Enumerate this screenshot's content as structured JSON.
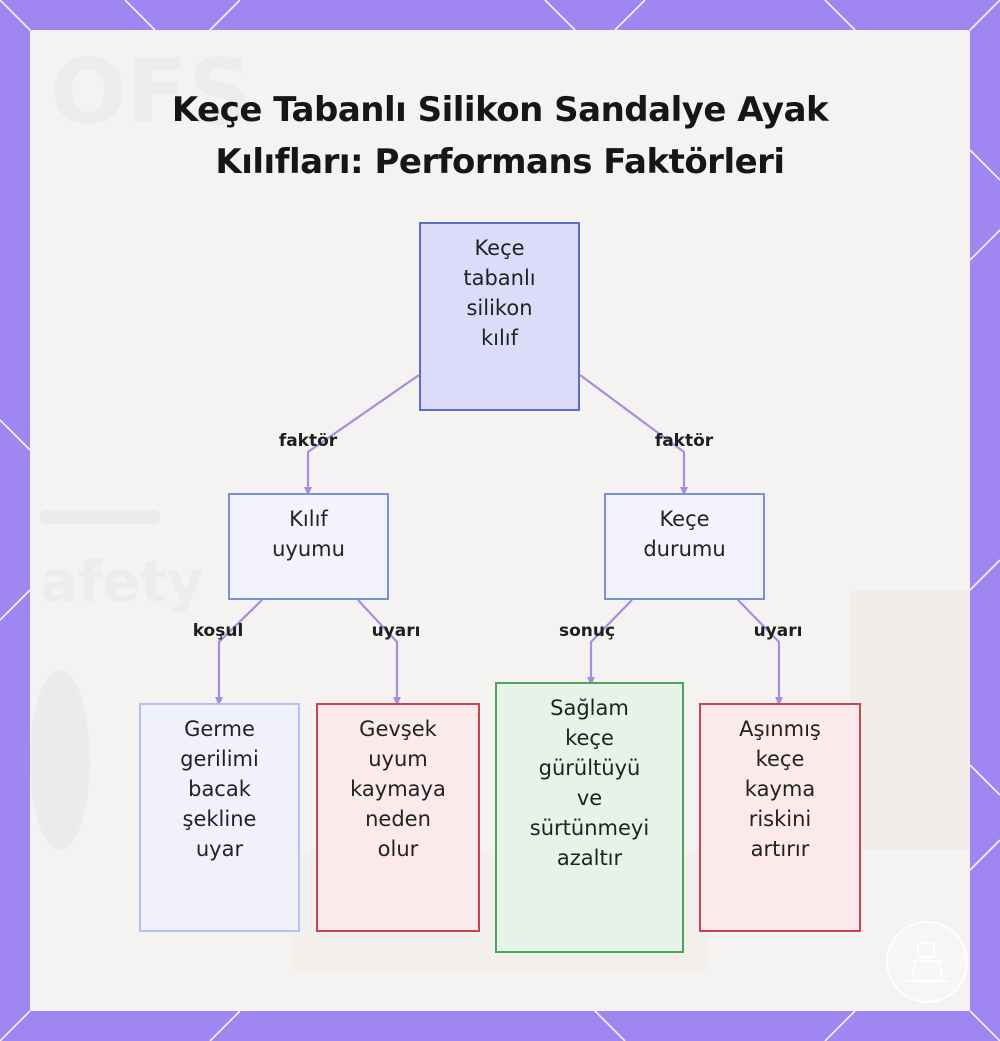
{
  "title": {
    "line1": "Keçe Tabanlı Silikon Sandalye Ayak",
    "line2": "Kılıfları: Performans Faktörleri"
  },
  "nodes": {
    "root": {
      "lines": [
        "Keçe",
        "tabanlı",
        "silikon",
        "kılıf"
      ]
    },
    "fit": {
      "lines": [
        "Kılıf",
        "uyumu"
      ]
    },
    "felt": {
      "lines": [
        "Keçe",
        "durumu"
      ]
    },
    "stretch": {
      "lines": [
        "Germe",
        "gerilimi",
        "bacak",
        "şekline",
        "uyar"
      ]
    },
    "loose": {
      "lines": [
        "Gevşek",
        "uyum",
        "kaymaya",
        "neden",
        "olur"
      ]
    },
    "solid": {
      "lines": [
        "Sağlam",
        "keçe",
        "gürültüyü",
        "ve",
        "sürtünmeyi",
        "azaltır"
      ]
    },
    "worn": {
      "lines": [
        "Aşınmış",
        "keçe",
        "kayma",
        "riskini",
        "artırır"
      ]
    }
  },
  "edges": {
    "root_fit": "faktör",
    "root_felt": "faktör",
    "fit_stretch": "koşul",
    "fit_loose": "uyarı",
    "felt_solid": "sonuç",
    "felt_worn": "uyarı"
  },
  "background_watermark": {
    "word1": "OFS",
    "word2": "afety"
  },
  "colors": {
    "frame": "#9f86f0",
    "edge": "#a58fdc",
    "root_fill": "#dcdcfa",
    "warning_border": "#c8444e",
    "result_border": "#4aa65a"
  }
}
